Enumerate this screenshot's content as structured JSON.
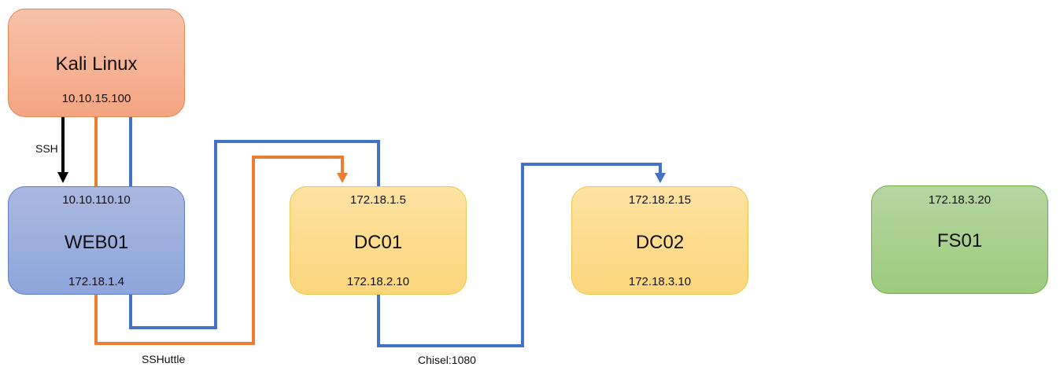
{
  "nodes": {
    "kali": {
      "name": "Kali Linux",
      "ip": "10.10.15.100"
    },
    "web01": {
      "name": "WEB01",
      "ip_top": "10.10.110.10",
      "ip_bottom": "172.18.1.4"
    },
    "dc01": {
      "name": "DC01",
      "ip_top": "172.18.1.5",
      "ip_bottom": "172.18.2.10"
    },
    "dc02": {
      "name": "DC02",
      "ip_top": "172.18.2.15",
      "ip_bottom": "172.18.3.10"
    },
    "fs01": {
      "name": "FS01",
      "ip_top": "172.18.3.20"
    }
  },
  "connections": {
    "ssh": {
      "label": "SSH",
      "color": "#000000"
    },
    "sshuttle": {
      "label": "SSHuttle",
      "color": "#ed7d31"
    },
    "chisel": {
      "label": "Chisel:1080",
      "color": "#4472c4"
    }
  }
}
